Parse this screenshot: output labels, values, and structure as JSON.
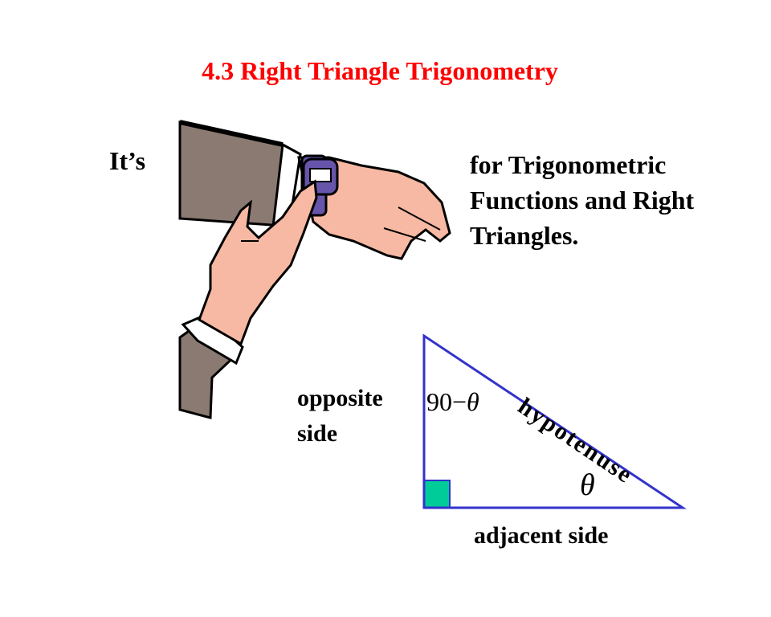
{
  "slide": {
    "title": "4.3 Right Triangle Trigonometry",
    "its_text": "It’s",
    "tagline_lines": [
      "for Trigonometric",
      "Functions and Right",
      "Triangles."
    ]
  },
  "triangle": {
    "opposite_label_lines": [
      "opposite",
      "side"
    ],
    "adjacent_label": "adjacent side",
    "hypotenuse_label": "hypotenuse",
    "top_angle_label": "90−",
    "top_angle_symbol": "θ",
    "bottom_angle_symbol": "θ",
    "line_color": "#3333cc",
    "right_angle_marker_color": "#00cc99"
  },
  "clipart": {
    "icon": "wristwatch-hand-icon",
    "suit_color": "#8a7a72",
    "skin_color": "#f7b9a3",
    "watch_color": "#6655aa"
  }
}
